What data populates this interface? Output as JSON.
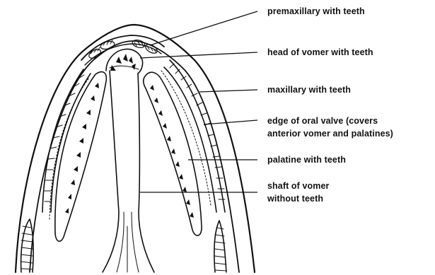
{
  "labels": {
    "premaxillary": "premaxillary with teeth",
    "vomer_head": "head of vomer with teeth",
    "maxillary": "maxillary with teeth",
    "oral_valve_line1": "edge of oral valve (covers",
    "oral_valve_line2": "anterior vomer and palatines)",
    "palatine": "palatine with teeth",
    "shaft_line1": "shaft of vomer",
    "shaft_line2": "without teeth"
  },
  "colors": {
    "ink": "#111111",
    "background": "#ffffff"
  }
}
